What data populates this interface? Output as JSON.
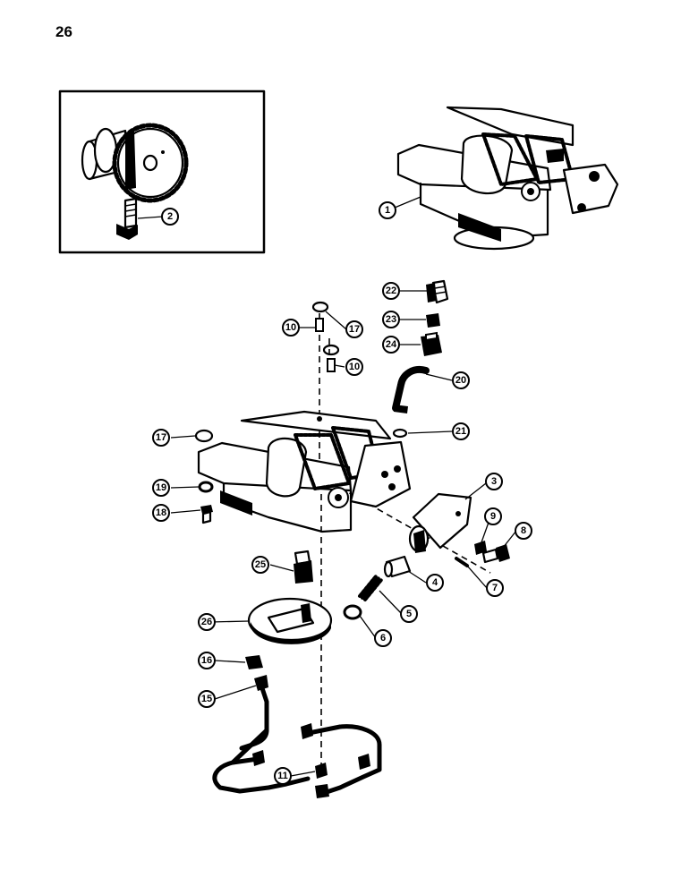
{
  "page_number": "26",
  "callouts": [
    {
      "id": "c1",
      "text": "1"
    },
    {
      "id": "c2",
      "text": "2"
    },
    {
      "id": "c22",
      "text": "22"
    },
    {
      "id": "c23",
      "text": "23"
    },
    {
      "id": "c24",
      "text": "24"
    },
    {
      "id": "c10a",
      "text": "10"
    },
    {
      "id": "c17a",
      "text": "17"
    },
    {
      "id": "c10b",
      "text": "10"
    },
    {
      "id": "c20",
      "text": "20"
    },
    {
      "id": "c17b",
      "text": "17"
    },
    {
      "id": "c21",
      "text": "21"
    },
    {
      "id": "c19",
      "text": "19"
    },
    {
      "id": "c18",
      "text": "18"
    },
    {
      "id": "c3",
      "text": "3"
    },
    {
      "id": "c9",
      "text": "9"
    },
    {
      "id": "c8",
      "text": "8"
    },
    {
      "id": "c25",
      "text": "25"
    },
    {
      "id": "c4",
      "text": "4"
    },
    {
      "id": "c7",
      "text": "7"
    },
    {
      "id": "c5",
      "text": "5"
    },
    {
      "id": "c26",
      "text": "26"
    },
    {
      "id": "c6",
      "text": "6"
    },
    {
      "id": "c16",
      "text": "16"
    },
    {
      "id": "c15",
      "text": "15"
    },
    {
      "id": "c11",
      "text": "11"
    }
  ]
}
